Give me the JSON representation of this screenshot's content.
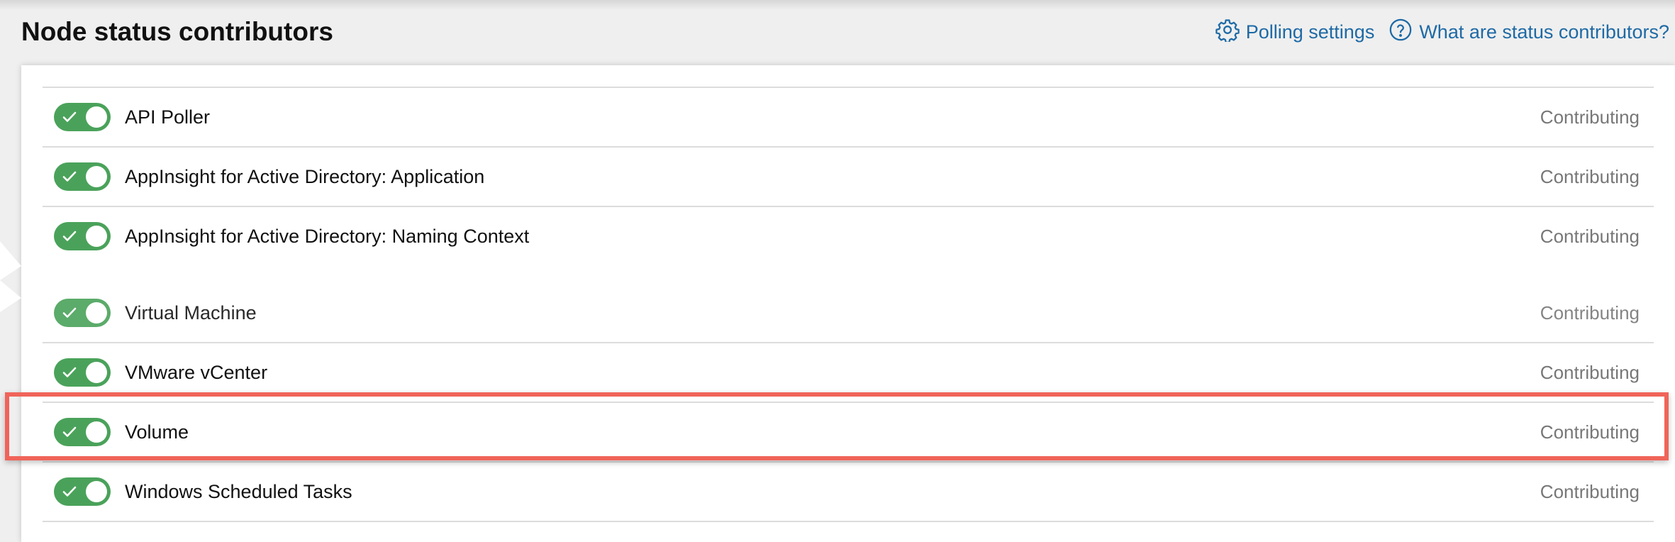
{
  "header": {
    "title": "Node status contributors",
    "polling_settings_label": "Polling settings",
    "help_label": "What are status contributors?"
  },
  "icons": {
    "polling": "gear-icon",
    "help": "question-circle-icon",
    "toggle_check": "check-icon"
  },
  "colors": {
    "toggle_on": "#4aa25a",
    "link": "#1e6aa5",
    "highlight": "#f0645a",
    "status_text": "#777777"
  },
  "contributors": [
    {
      "label": "API Poller",
      "status": "Contributing",
      "enabled": true
    },
    {
      "label": "AppInsight for Active Directory: Application",
      "status": "Contributing",
      "enabled": true
    },
    {
      "label": "AppInsight for Active Directory: Naming Context",
      "status": "Contributing",
      "enabled": true
    },
    {
      "label": "Virtual Machine",
      "status": "Contributing",
      "enabled": true
    },
    {
      "label": "VMware vCenter",
      "status": "Contributing",
      "enabled": true
    },
    {
      "label": "Volume",
      "status": "Contributing",
      "enabled": true,
      "highlighted": true
    },
    {
      "label": "Windows Scheduled Tasks",
      "status": "Contributing",
      "enabled": true
    }
  ]
}
